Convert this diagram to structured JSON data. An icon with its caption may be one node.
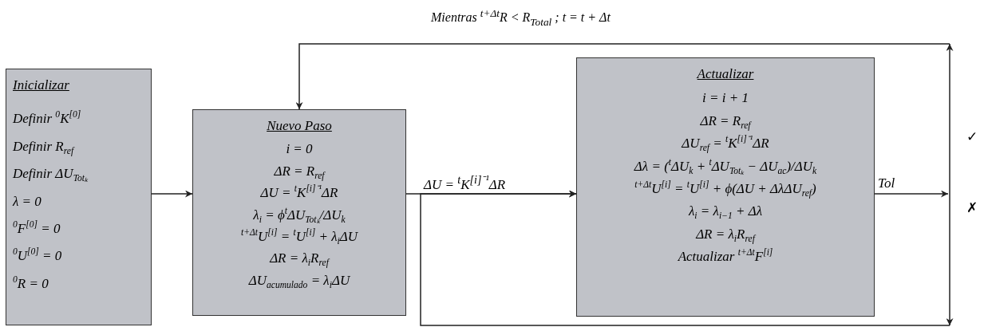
{
  "diagram": {
    "nodes": [
      {
        "text": [
          "Inicializar",
          "Definir $^{0}$K$^{[0]}$",
          "Definir R$_{ref}$",
          "Definir ΔU$_{Totₖ}$",
          "λ = 0",
          "$^{0}$F$^{[0]}$ = 0",
          "$^{0}$U$^{[0]}$ = 0",
          "$^{0}$R = 0"
        ]
      },
      {
        "text": [
          "Nuevo Paso",
          "i = 0",
          "ΔR = R$_{ref}$",
          "ΔU = $^{t}$K$^{[i]⁻¹}$ΔR",
          "λ$_{i}$ = ϕ$^{t}$ΔU$_{Totₖ}$/ΔU$_{k}$",
          "$^{t+Δt}$U$^{[i]}$ = $^{t}$U$^{[i]}$ + λ$_{i}$ΔU",
          "ΔR = λ$_{i}$R$_{ref}$",
          "ΔU$_{acumulado}$ = λ$_{i}$ΔU"
        ]
      },
      {
        "text": [
          "Actualizar",
          "i = i + 1",
          "ΔR = R$_{ref}$",
          "ΔU$_{ref}$ = $^{t}$K$^{[i]⁻¹}$ΔR",
          "Δλ = ($^{t}$ΔU$_{k}$ + $^{t}$ΔU$_{Totₖ}$ − ΔU$_{ac}$)/ΔU$_{k}$",
          "$^{t+Δt}$U$^{[i]}$ = $^{t}$U$^{[i]}$ + ϕ(ΔU + ΔλΔU$_{ref}$)",
          "λ$_{i}$ = λ$_{i−1}$ + Δλ",
          "ΔR = λ$_{i}$R$_{ref}$",
          "Actualizar $^{t+Δt}$F$^{[i]}$"
        ]
      },
      {
        "text": [],
        "shape": "bar"
      }
    ],
    "edges": [
      {
        "from": 0,
        "to": 1,
        "arrow": "to"
      },
      {
        "from": 1,
        "to": 2,
        "arrow": "to",
        "label": "ΔU = $^{t}$K$^{[i]⁻¹}$ΔR"
      },
      {
        "from": 2,
        "to": 3,
        "arrow": "to",
        "label": "Tol"
      },
      {
        "from": 3,
        "to": 1,
        "arrow": "to",
        "label": "Mientras $^{t+Δt}$R < R$_{Total}$ ; t = t + Δt"
      },
      {
        "from": 3,
        "to": 2,
        "arrow": "to"
      }
    ],
    "labels": [
      "✓",
      "✗"
    ]
  }
}
